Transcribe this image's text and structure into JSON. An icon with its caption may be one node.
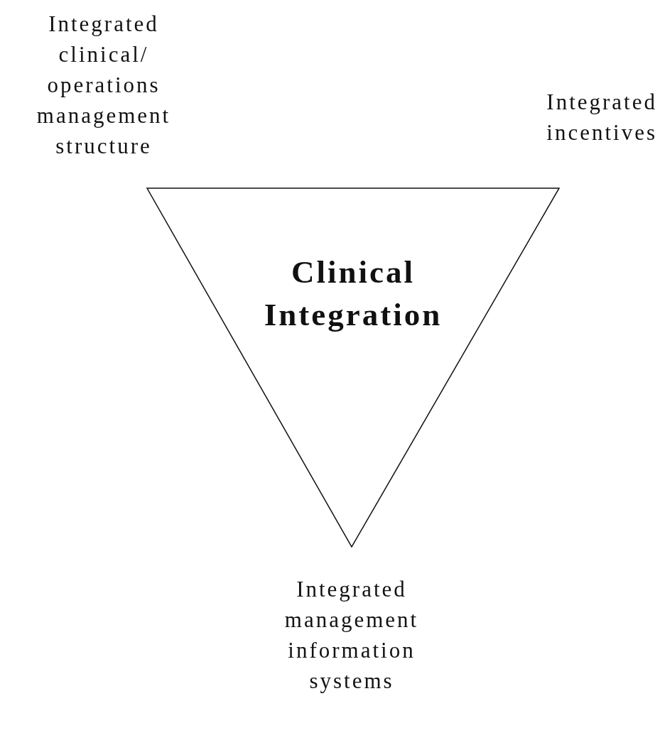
{
  "diagram": {
    "nodes": [
      {
        "text": [
          "Clinical Integration"
        ]
      }
    ],
    "labels": [
      "Integrated clinical/ operations management structure",
      "Integrated incentives",
      "Integrated management information systems"
    ]
  }
}
